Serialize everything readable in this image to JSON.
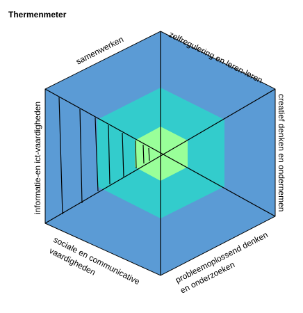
{
  "title": "Thermenmeter",
  "colors": {
    "outer": "#5b9bd5",
    "middle": "#33cccc",
    "inner": "#99ff99",
    "stroke": "#000000"
  },
  "labels": {
    "top_left": "samenwerken",
    "top_right": "zelfregulering en leren-leren",
    "right_1": "creatief denken en ondernemen",
    "bottom_right_1": "probleemoplossend denken",
    "bottom_right_2": "en onderzoeken",
    "bottom_left_1": "sociale en communicative",
    "bottom_left_2": "vaardigheden",
    "left": "informatie-en ict-vaardigheden"
  }
}
